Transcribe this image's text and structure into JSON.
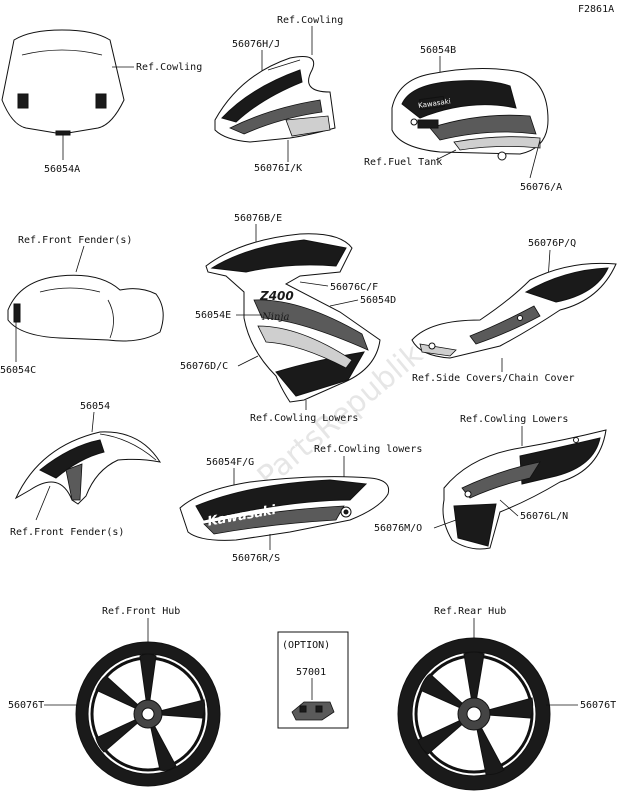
{
  "figure_code": "F2861A",
  "watermark": "PartsRepublik",
  "labels": {
    "ref_cowling_top": "Ref.Cowling",
    "ref_cowling_screen": "Ref.Cowling",
    "p56076HJ": "56076H/J",
    "p56054B": "56054B",
    "p56054A": "56054A",
    "p56076IK": "56076I/K",
    "ref_fuel_tank": "Ref.Fuel Tank",
    "p56076A": "56076/A",
    "ref_front_fender_1": "Ref.Front Fender(s)",
    "p56076BE": "56076B/E",
    "p56076PQ": "56076P/Q",
    "p56076CF": "56076C/F",
    "p56054D": "56054D",
    "p56054E": "56054E",
    "p56054C": "56054C",
    "p56076DC": "56076D/C",
    "ref_side_covers": "Ref.Side Covers/Chain Cover",
    "ref_cowling_lowers_1": "Ref.Cowling Lowers",
    "ref_cowling_lowers_2": "Ref.Cowling Lowers",
    "p56054": "56054",
    "ref_cowling_lowers_3": "Ref.Cowling lowers",
    "p56054FG": "56054F/G",
    "p56076LN": "56076L/N",
    "p56076MO": "56076M/O",
    "ref_front_fender_2": "Ref.Front Fender(s)",
    "p56076RS": "56076R/S",
    "ref_front_hub": "Ref.Front Hub",
    "ref_rear_hub": "Ref.Rear Hub",
    "option": "(OPTION)",
    "p57001": "57001",
    "p56076T_left": "56076T",
    "p56076T_right": "56076T"
  },
  "decal_text": {
    "kawasaki": "Kawasaki",
    "ninja": "Ninja",
    "model": "Z400"
  }
}
